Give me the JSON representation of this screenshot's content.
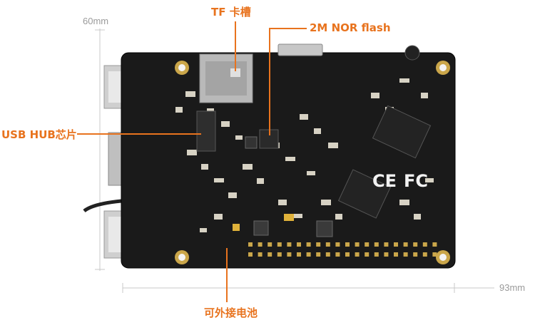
{
  "dimensions": {
    "width_label": "60mm",
    "length_label": "93mm"
  },
  "callouts": {
    "tf_slot": "TF 卡槽",
    "nor_flash": "2M NOR flash",
    "usb_hub": "USB HUB芯片",
    "battery": "可外接电池"
  },
  "board_marks": {
    "ce": "CE",
    "fcc": "FC"
  },
  "colors": {
    "accent": "#e8731e",
    "pcb": "#1a1a1a",
    "dim_line": "#c8c8c8"
  }
}
